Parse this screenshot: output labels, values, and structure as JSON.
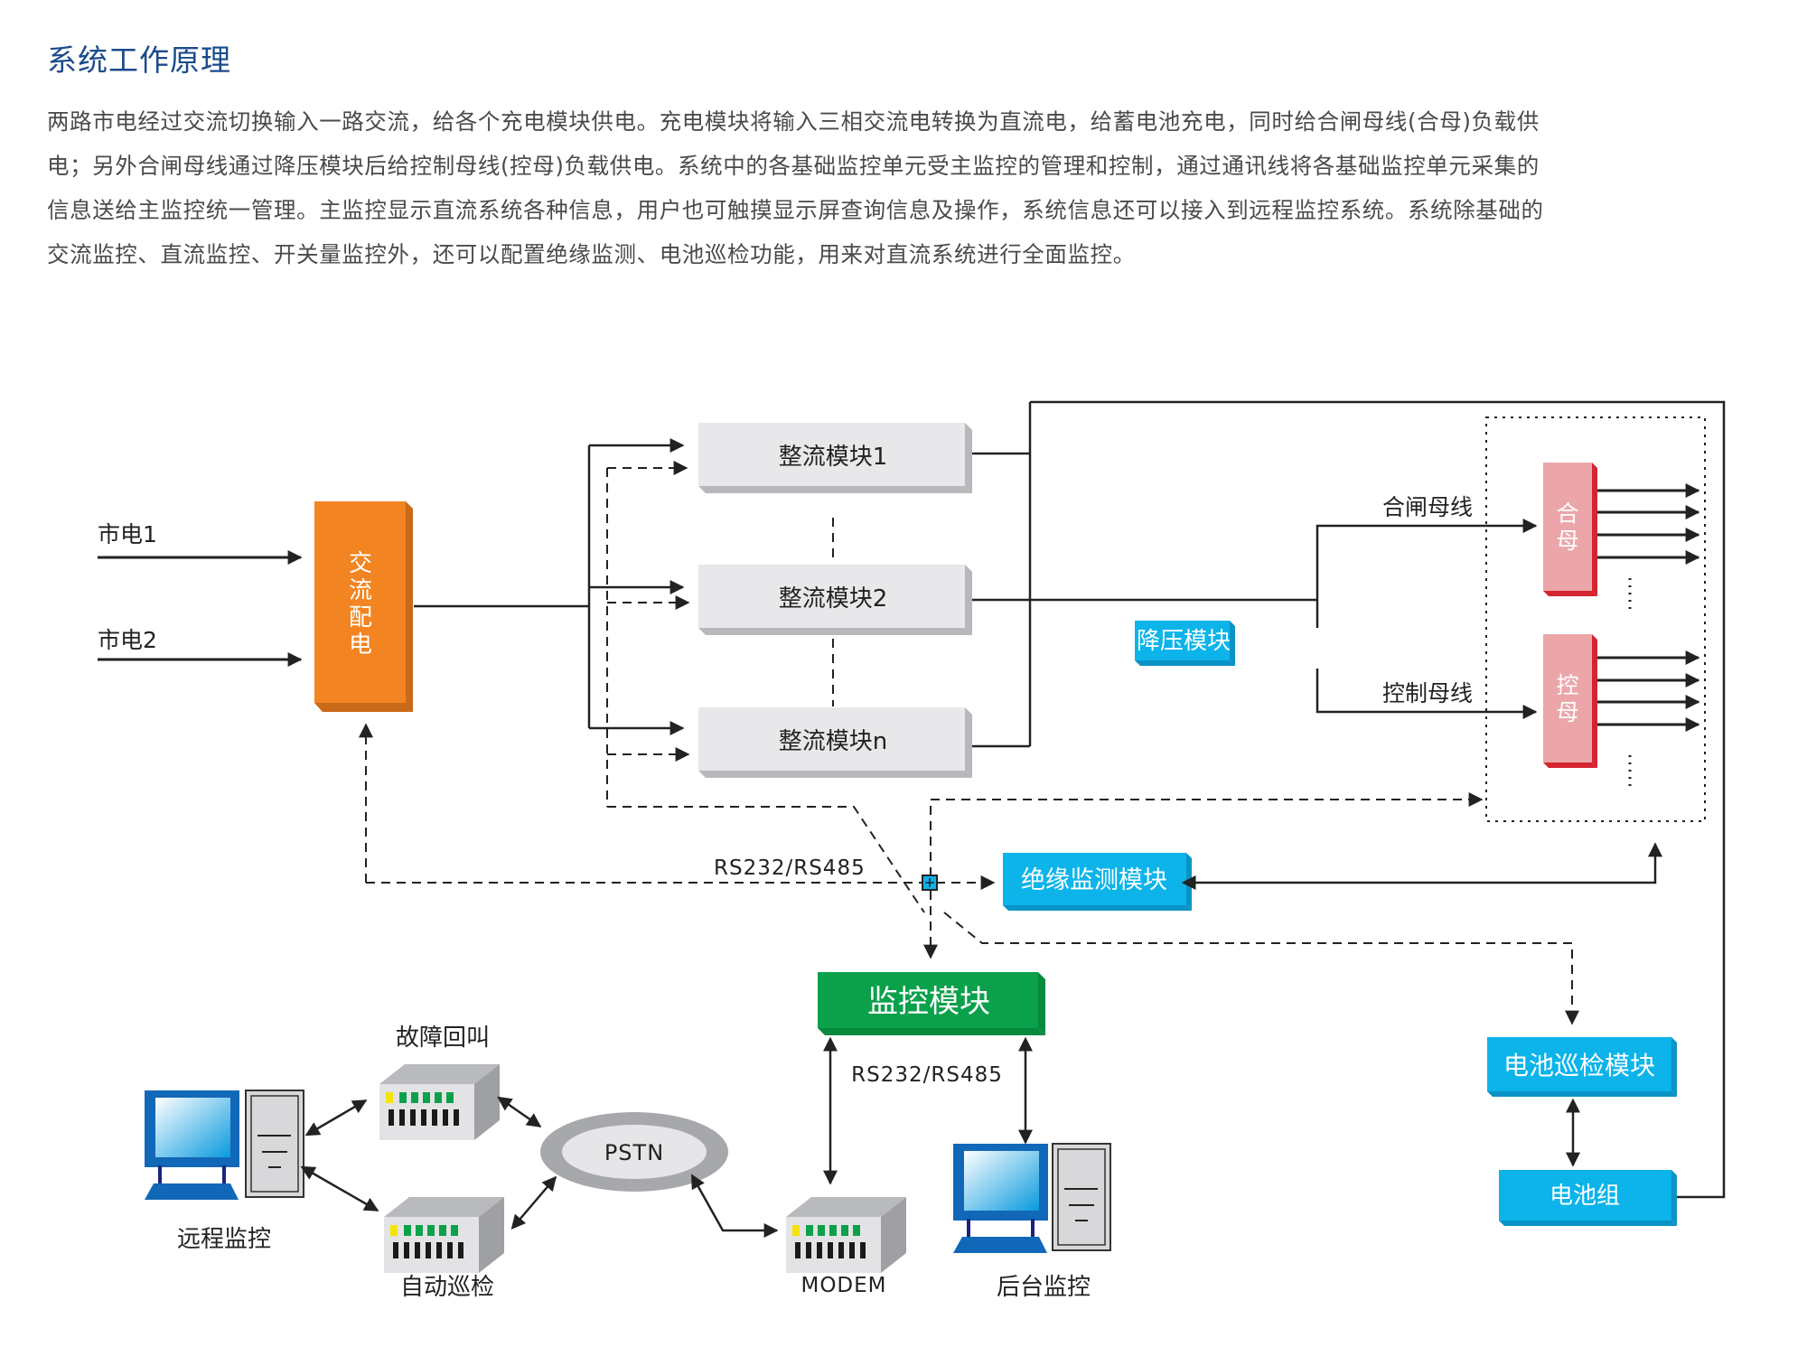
{
  "page": {
    "title": "系统工作原理",
    "paragraph_lines": [
      "两路市电经过交流切换输入一路交流，给各个充电模块供电。充电模块将输入三相交流电转换为直流电，给蓄电池充电，同时给合闸母线(合母)负载供",
      "电；另外合闸母线通过降压模块后给控制母线(控母)负载供电。系统中的各基础监控单元受主监控的管理和控制，通过通讯线将各基础监控单元采集的",
      "信息送给主监控统一管理。主监控显示直流系统各种信息，用户也可触摸显示屏查询信息及操作，系统信息还可以接入到远程监控系统。系统除基础的",
      "交流监控、直流监控、开关量监控外，还可以配置绝缘监测、电池巡检功能，用来对直流系统进行全面监控。"
    ]
  },
  "diagram": {
    "inputs": [
      "市电1",
      "市电2"
    ],
    "ac_distribution": [
      "交",
      "流",
      "配",
      "电"
    ],
    "rectifiers": [
      "整流模块1",
      "整流模块2",
      "整流模块n"
    ],
    "step_down": "降压模块",
    "closing_bus_label": "合闸母线",
    "control_bus_label": "控制母线",
    "closing_bus_box": [
      "合",
      "母"
    ],
    "control_bus_box": [
      "控",
      "母"
    ],
    "comm_label_top": "RS232/RS485",
    "comm_label_bottom": "RS232/RS485",
    "insulation_module": "绝缘监测模块",
    "monitor_module": "监控模块",
    "battery_inspection": "电池巡检模块",
    "battery_group": "电池组",
    "fault_callback": "故障回叫",
    "auto_inspection": "自动巡检",
    "pstn": "PSTN",
    "modem": "MODEM",
    "remote_monitor": "远程监控",
    "backend_monitor": "后台监控",
    "colors": {
      "title_blue": "#1a4a8c",
      "orange": "#f28421",
      "cyan": "#0cb4ea",
      "green": "#0ba14b",
      "pink": "#eca6aa",
      "red": "#d42530",
      "gray_box": "#e8e8ea"
    }
  }
}
